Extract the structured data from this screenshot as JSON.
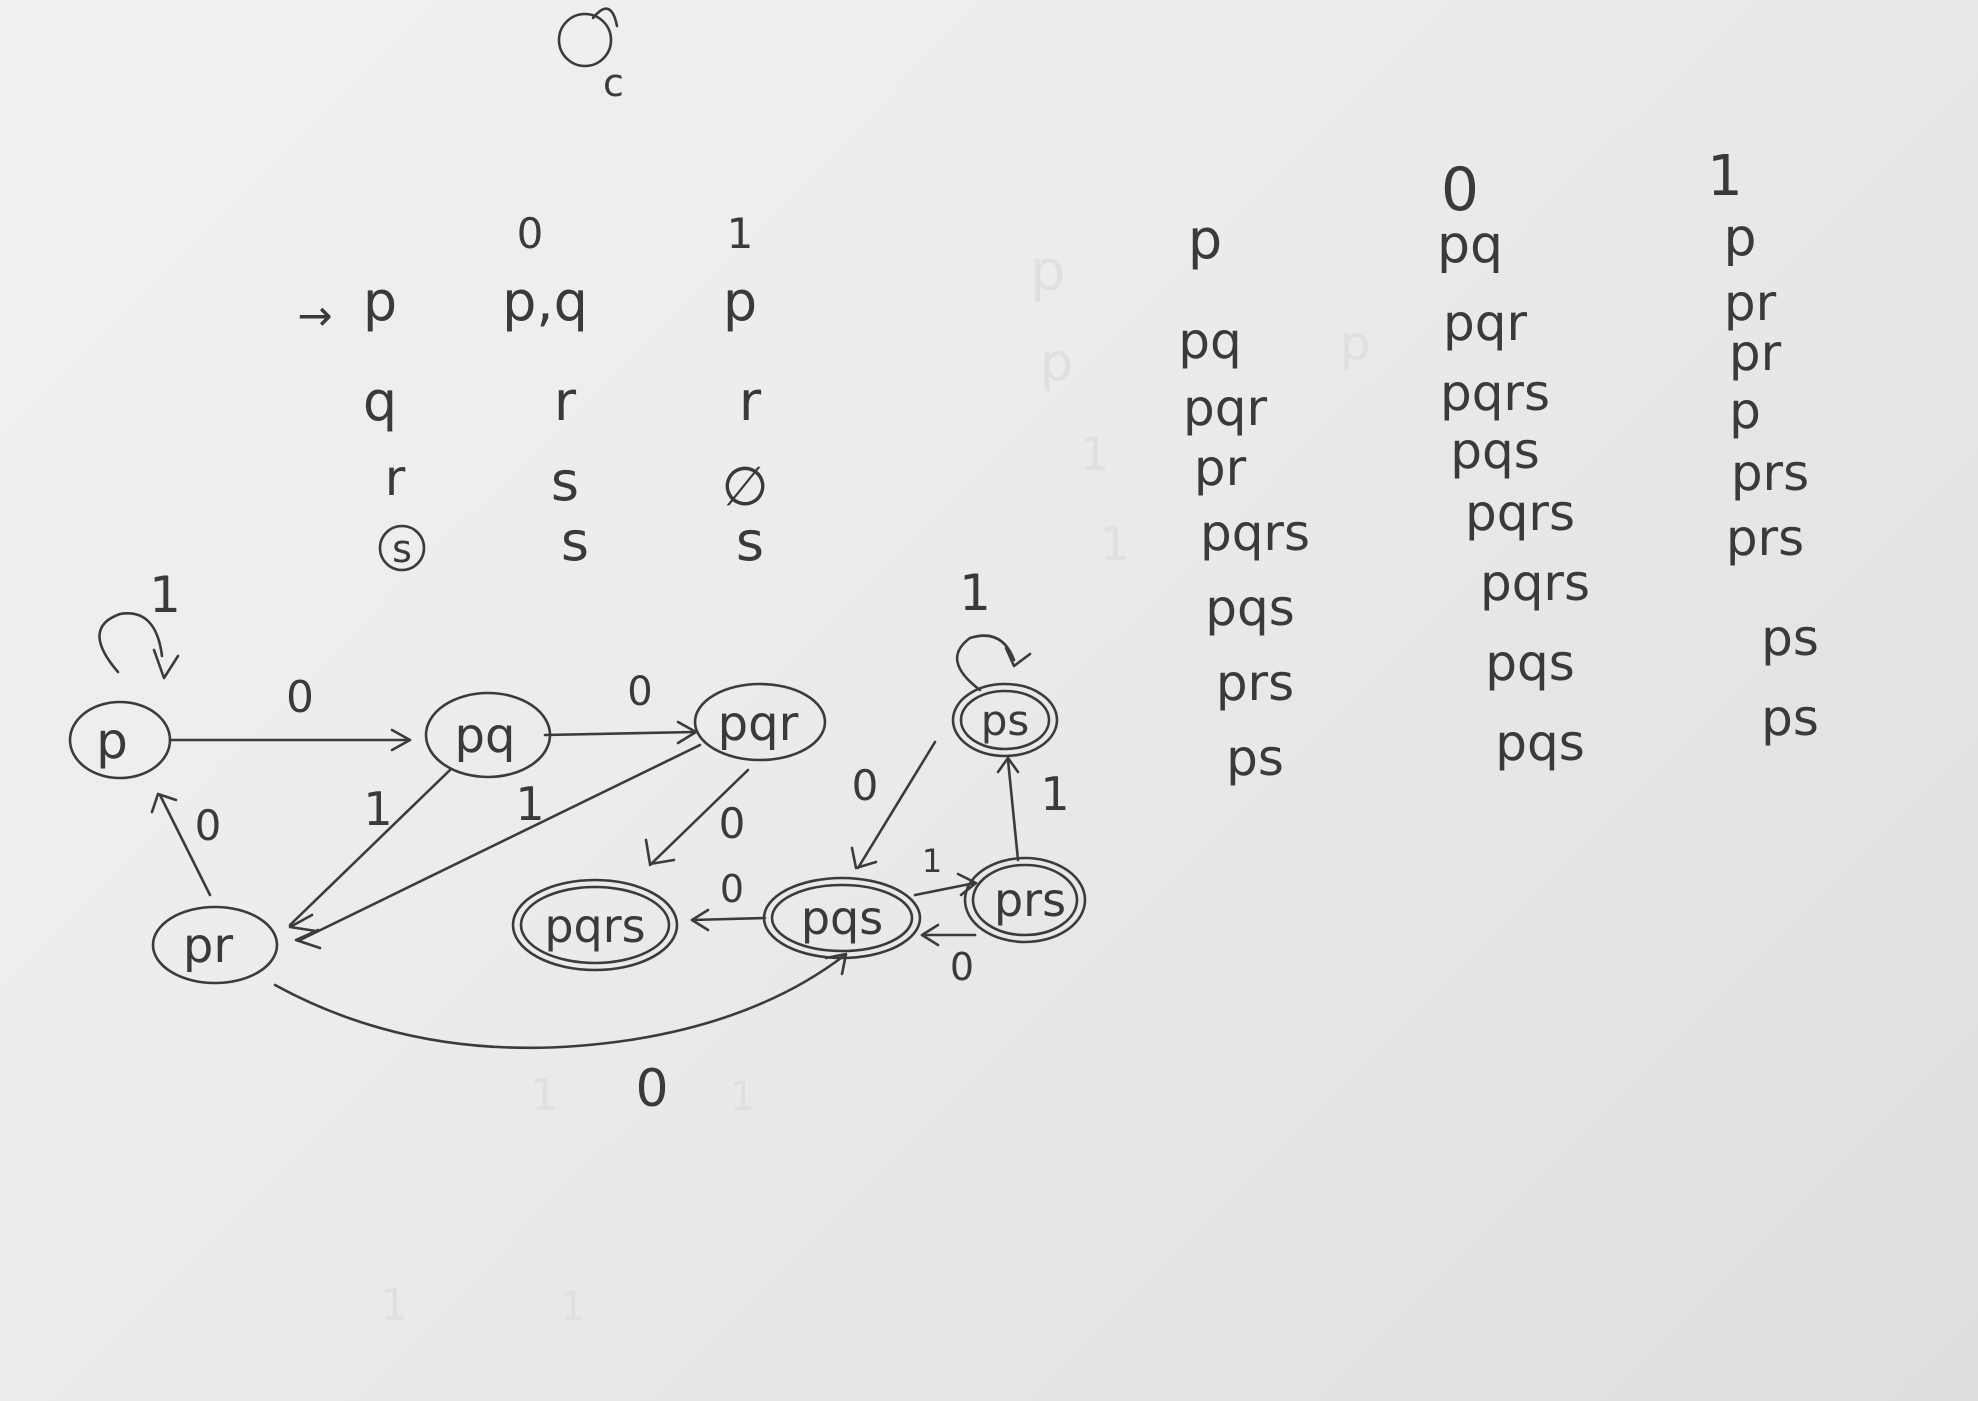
{
  "nfa_table": {
    "headers": [
      "0",
      "1"
    ],
    "start_marker": "→",
    "rows": [
      {
        "state": "p",
        "on0": "p,q",
        "on1": "p"
      },
      {
        "state": "q",
        "on0": "r",
        "on1": "r"
      },
      {
        "state": "r",
        "on0": "s",
        "on1": "∅"
      },
      {
        "state": "s",
        "on0": "s",
        "on1": "s",
        "accepting": true
      }
    ]
  },
  "dfa_table": {
    "headers": [
      "0",
      "1"
    ],
    "rows": [
      {
        "state": "p",
        "on0": "pq",
        "on1": "p"
      },
      {
        "state": "pq",
        "on0": "pqr",
        "on1": "pr"
      },
      {
        "state": "pqr",
        "on0": "pqrs",
        "on1": "pr"
      },
      {
        "state": "pr",
        "on0": "pqs",
        "on1": "p"
      },
      {
        "state": "pqrs",
        "on0": "pqrs",
        "on1": "prs"
      },
      {
        "state": "pqs",
        "on0": "pqrs",
        "on1": "prs"
      },
      {
        "state": "prs",
        "on0": "pqs",
        "on1": "ps"
      },
      {
        "state": "ps",
        "on0": "pqs",
        "on1": "ps"
      }
    ]
  },
  "diagram": {
    "states": {
      "p": "p",
      "pq": "pq",
      "pqr": "pqr",
      "pr": "pr",
      "pqrs": "pqrs",
      "pqs": "pqs",
      "prs": "prs",
      "ps": "ps"
    },
    "labels": {
      "p_self": "1",
      "p_pq": "0",
      "pq_pqr": "0",
      "pq_pr": "1",
      "pqr_pr": "1",
      "pqr_pqrs": "0",
      "pr_p": "0",
      "pr_pqs": "0",
      "pqs_pqrs": "0",
      "pqs_prs": "1",
      "prs_pqs": "0",
      "prs_ps": "1",
      "ps_self": "1",
      "ps_pqs": "0"
    }
  },
  "top_fragment": {
    "label": "c"
  }
}
